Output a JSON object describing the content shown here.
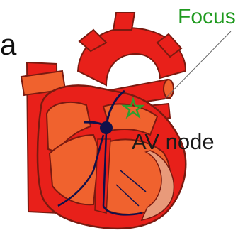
{
  "labels": {
    "focus": "Focus",
    "av_node": "AV node",
    "corner_letter": "a"
  },
  "colors": {
    "heart_red": "#e8201a",
    "chamber_orange": "#f0622e",
    "inner_tissue": "#e89a7a",
    "conduction_path": "#10104a",
    "focus_marker": "#2e9e2e",
    "focus_text": "#1f9a1f",
    "background": "#ffffff"
  },
  "icons": {
    "focus_marker": "star"
  }
}
